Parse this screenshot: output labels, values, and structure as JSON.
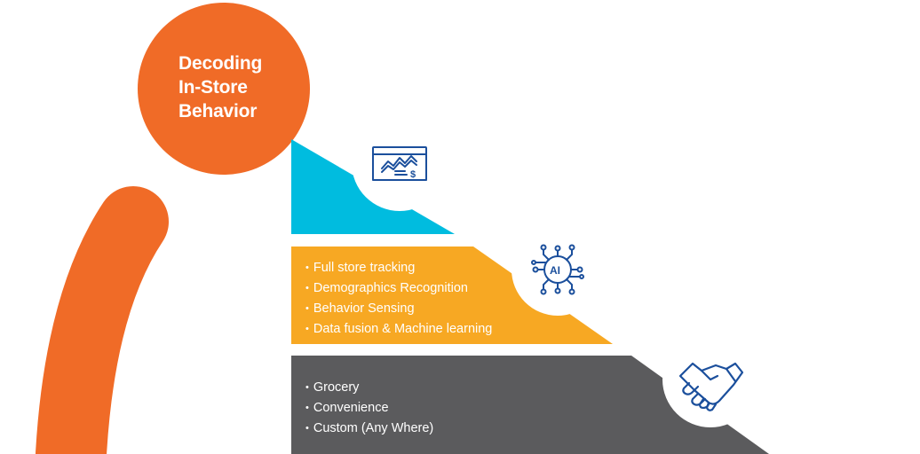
{
  "title": {
    "line1": "Decoding",
    "line2": "In-Store",
    "line3": "Behavior"
  },
  "tiers": {
    "top": {
      "color": "#00BCDF",
      "icon": "analytics-dollar-icon"
    },
    "middle": {
      "color": "#F7A823",
      "icon": "ai-chip-icon",
      "items": [
        "Full store tracking",
        "Demographics Recognition",
        "Behavior Sensing",
        "Data fusion & Machine learning"
      ]
    },
    "bottom": {
      "color": "#5B5B5D",
      "icon": "handshake-icon",
      "items": [
        "Grocery",
        "Convenience",
        "Custom (Any Where)"
      ]
    }
  },
  "colors": {
    "accent": "#F06B27",
    "icon_stroke": "#1B4F9C"
  }
}
